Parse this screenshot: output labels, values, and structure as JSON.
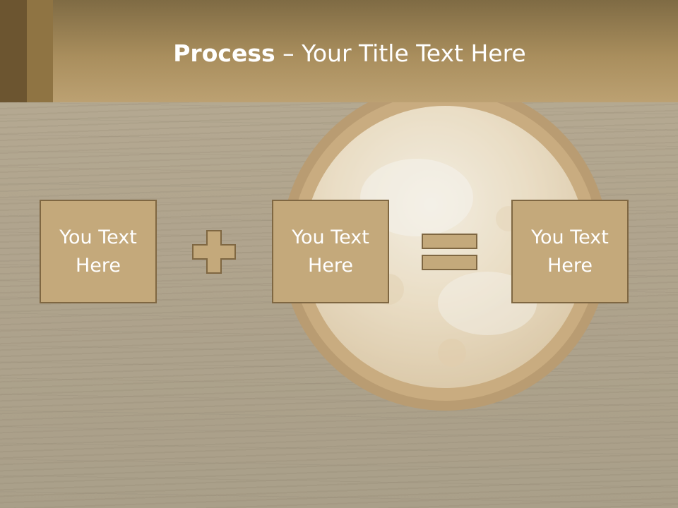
{
  "slide": {
    "title_bold": "Process",
    "title_rest": " – Your Title Text Here",
    "boxes": [
      {
        "text": "You Text Here"
      },
      {
        "text": "You Text Here"
      },
      {
        "text": "You Text Here"
      }
    ],
    "operators": {
      "first": "plus-icon",
      "second": "equals-icon"
    },
    "colors": {
      "header": "#a98e5d",
      "box_fill": "#c4a97b",
      "box_border": "#7f6742",
      "text": "#ffffff"
    }
  }
}
